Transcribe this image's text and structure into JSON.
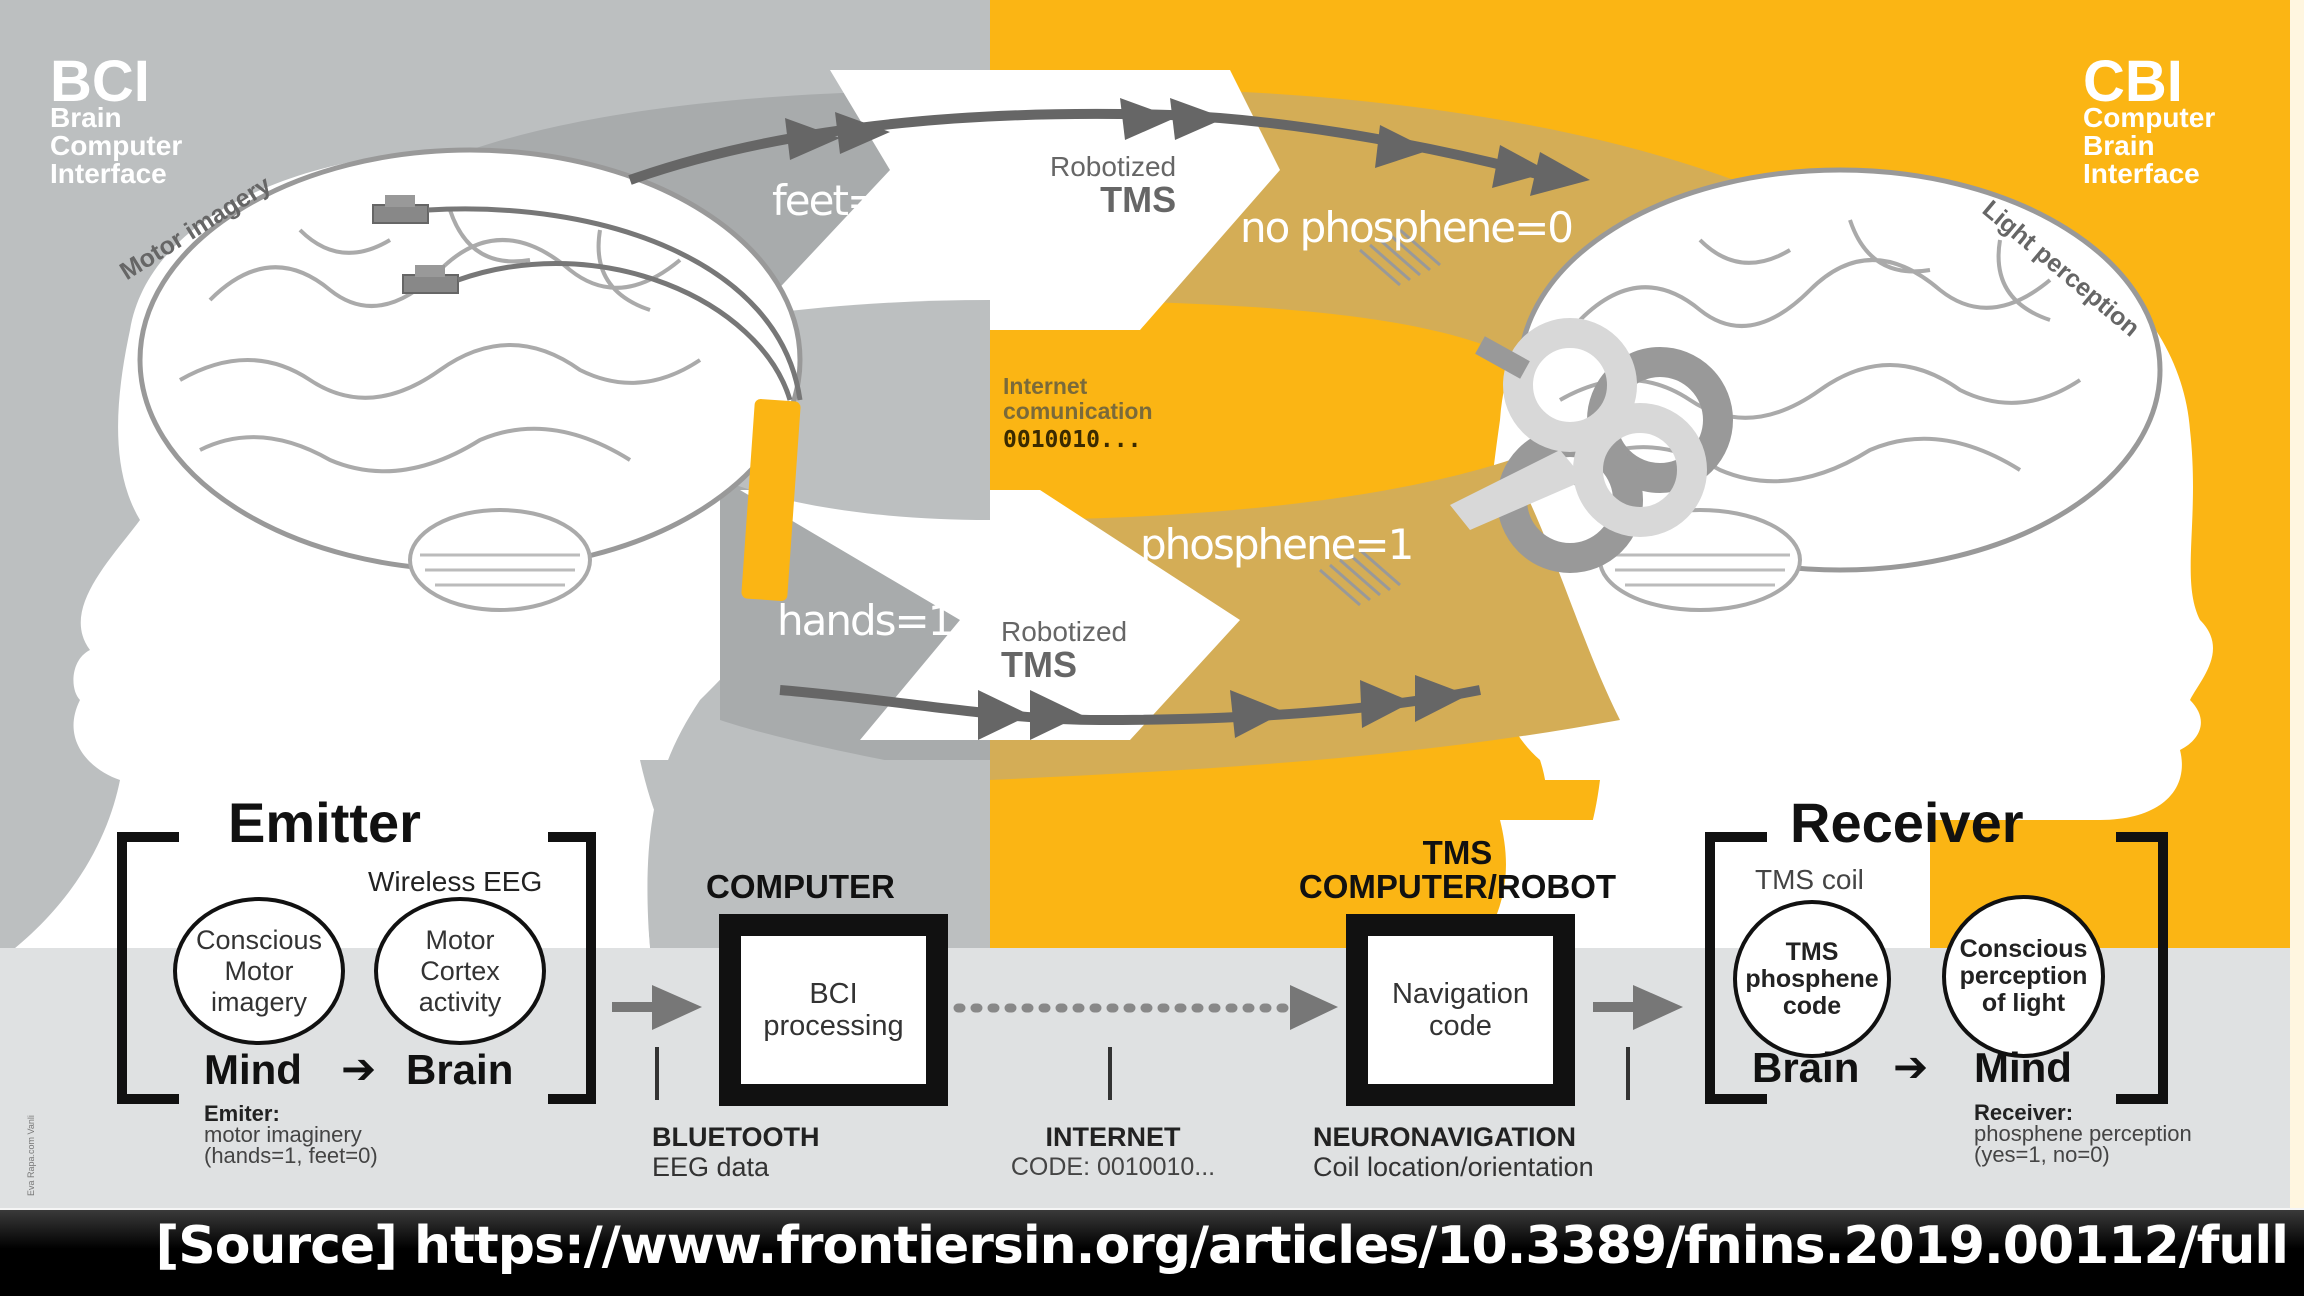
{
  "colors": {
    "bci_panel": "#bcbfc0",
    "cbi_panel": "#fbb514",
    "band_gray": "#a8abac",
    "band_gold": "#d4ad56",
    "lower_strip": "#dfe1e2",
    "arrow": "#666666",
    "ink": "#111111"
  },
  "left_panel": {
    "acronym": "BCI",
    "subtitle_lines": [
      "Brain",
      "Computer",
      "Interface"
    ],
    "arc_label": "Motor imagery"
  },
  "right_panel": {
    "acronym": "CBI",
    "subtitle_lines": [
      "Computer",
      "Brain",
      "Interface"
    ],
    "arc_label": "Light perception"
  },
  "flow": {
    "top_value": "feet=0",
    "top_device": {
      "line1": "Robotized",
      "line2": "TMS"
    },
    "top_result": "no phosphene=0",
    "bottom_value": "hands=1",
    "bottom_device": {
      "line1": "Robotized",
      "line2": "TMS"
    },
    "bottom_result": "phosphene=1",
    "internet": {
      "line1": "Internet",
      "line2": "comunication",
      "code": "0010010..."
    }
  },
  "emitter": {
    "title": "Emitter",
    "device_label": "Wireless EEG",
    "circle1": [
      "Conscious",
      "Motor",
      "imagery"
    ],
    "circle2": [
      "Motor",
      "Cortex",
      "activity"
    ],
    "from": "Mind",
    "to": "Brain",
    "arrow_glyph": "➔",
    "caption_title": "Emiter:",
    "caption_lines": [
      "motor imaginery",
      "(hands=1, feet=0)"
    ]
  },
  "computer": {
    "title": "COMPUTER",
    "box_lines": [
      "BCI",
      "processing"
    ]
  },
  "tms_robot": {
    "title_lines": [
      "TMS",
      "COMPUTER/ROBOT"
    ],
    "box_lines": [
      "Navigation",
      "code"
    ]
  },
  "receiver": {
    "title": "Receiver",
    "device_label": "TMS coil",
    "circle1": [
      "TMS",
      "phosphene",
      "code"
    ],
    "circle2": [
      "Conscious",
      "perception",
      "of light"
    ],
    "from": "Brain",
    "to": "Mind",
    "arrow_glyph": "➔",
    "caption_title": "Receiver:",
    "caption_lines": [
      "phosphene perception",
      "(yes=1, no=0)"
    ]
  },
  "links": [
    {
      "title": "BLUETOOTH",
      "detail": "EEG data"
    },
    {
      "title": "INTERNET",
      "detail": "CODE: 0010010..."
    },
    {
      "title": "NEURONAVIGATION",
      "detail": "Coil location/orientation"
    }
  ],
  "credit_vertical": "Eva Rapa.com Vanli",
  "source": "[Source] https://www.frontiersin.org/articles/10.3389/fnins.2019.00112/full"
}
